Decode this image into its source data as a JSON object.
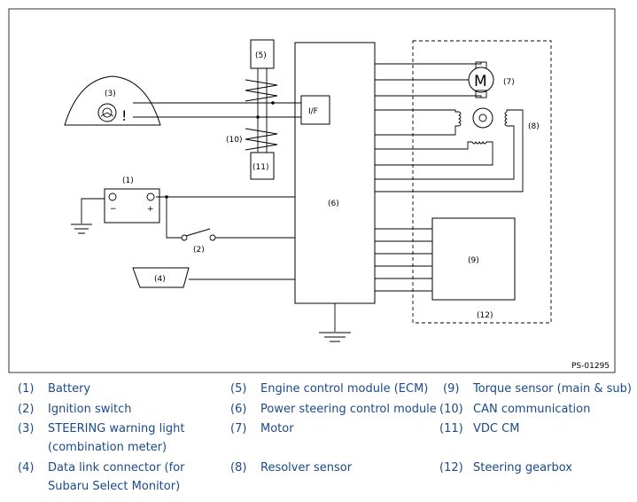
{
  "diagram": {
    "labels": {
      "battery": "(1)",
      "ignition": "(2)",
      "warning_light": "(3)",
      "dlc": "(4)",
      "ecm": "(5)",
      "ps_cm": "(6)",
      "motor": "(7)",
      "resolver": "(8)",
      "torque": "(9)",
      "can": "(10)",
      "vdc": "(11)",
      "gearbox": "(12)",
      "if_box": "I/F",
      "motor_letter": "M",
      "battery_minus": "−",
      "battery_plus": "+"
    },
    "figure_code": "PS-01295"
  },
  "legend": [
    {
      "num": "(1)",
      "text": "Battery"
    },
    {
      "num": "(2)",
      "text": "Ignition switch"
    },
    {
      "num": "(3)",
      "text": "STEERING warning light",
      "text2": "(combination meter)"
    },
    {
      "num": "(4)",
      "text": "Data link connector (for",
      "text2": "Subaru Select Monitor)"
    },
    {
      "num": "(5)",
      "text": "Engine control module (ECM)"
    },
    {
      "num": "(6)",
      "text": "Power steering control module"
    },
    {
      "num": "(7)",
      "text": "Motor"
    },
    {
      "num": "(8)",
      "text": "Resolver sensor"
    },
    {
      "num": "(9)",
      "text": "Torque sensor (main & sub)"
    },
    {
      "num": "(10)",
      "text": "CAN communication"
    },
    {
      "num": "(11)",
      "text": "VDC CM"
    },
    {
      "num": "(12)",
      "text": "Steering gearbox"
    }
  ]
}
